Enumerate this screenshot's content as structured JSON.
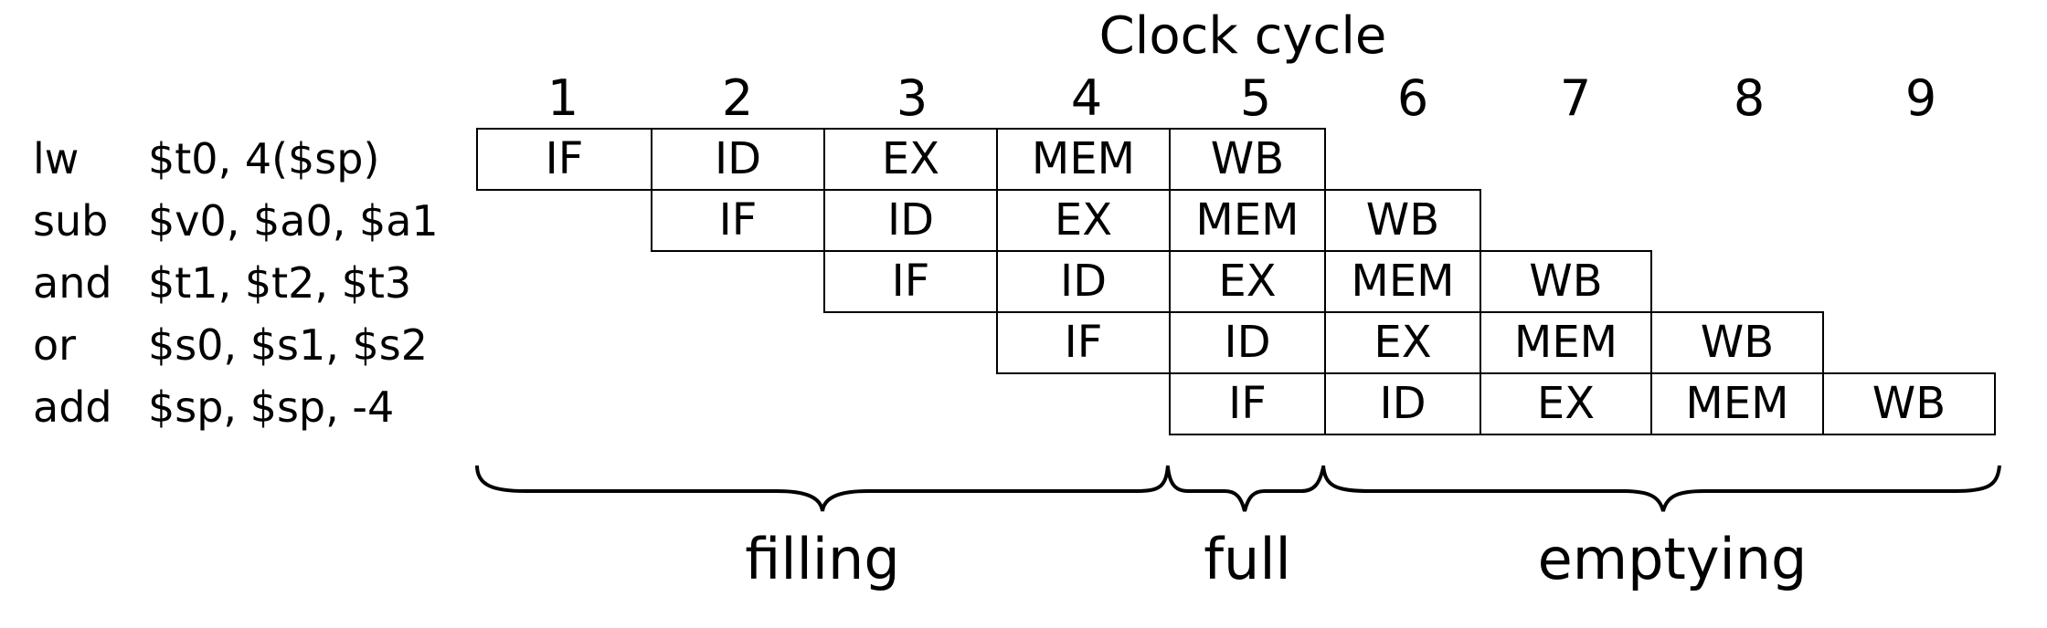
{
  "title": "Clock cycle",
  "cycles": [
    "1",
    "2",
    "3",
    "4",
    "5",
    "6",
    "7",
    "8",
    "9"
  ],
  "instructions": [
    {
      "op": "lw",
      "args": "$t0, 4($sp)"
    },
    {
      "op": "sub",
      "args": "$v0, $a0, $a1"
    },
    {
      "op": "and",
      "args": "$t1, $t2, $t3"
    },
    {
      "op": "or",
      "args": "$s0, $s1, $s2"
    },
    {
      "op": "add",
      "args": "$sp, $sp, -4"
    }
  ],
  "stages": [
    "IF",
    "ID",
    "EX",
    "MEM",
    "WB"
  ],
  "phases": [
    "filling",
    "full",
    "emptying"
  ]
}
